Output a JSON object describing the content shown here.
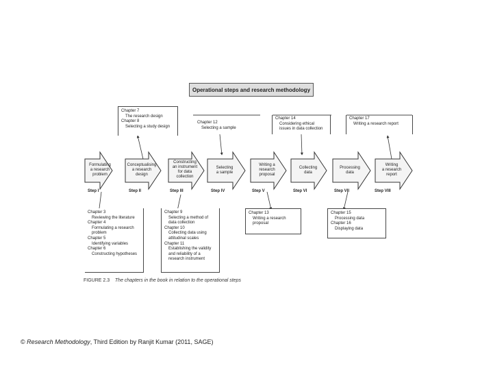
{
  "header": {
    "title": "Operational steps and research methodology"
  },
  "top_boxes": [
    {
      "lines": [
        "Chapter 7",
        "The research design",
        "Chapter 8",
        "Selecting a study design"
      ]
    },
    {
      "lines": [
        "Chapter 12",
        "Selecting a sample"
      ]
    },
    {
      "lines": [
        "Chapter 14",
        "Considering ethical",
        "issues in data collection"
      ]
    },
    {
      "lines": [
        "Chapter 17",
        "Writing a research report"
      ]
    }
  ],
  "steps": [
    {
      "arrow": [
        "Formulating",
        "a research",
        "problem"
      ],
      "label": "Step I"
    },
    {
      "arrow": [
        "Conceptualising",
        "a research",
        "design"
      ],
      "label": "Step II"
    },
    {
      "arrow": [
        "Constructing",
        "an instrument",
        "for data",
        "collection"
      ],
      "label": "Step III"
    },
    {
      "arrow": [
        "Selecting",
        "a sample"
      ],
      "label": "Step IV"
    },
    {
      "arrow": [
        "Writing a",
        "research",
        "proposal"
      ],
      "label": "Step V"
    },
    {
      "arrow": [
        "Collecting",
        "data"
      ],
      "label": "Step VI"
    },
    {
      "arrow": [
        "Processing",
        "data"
      ],
      "label": "Step VII"
    },
    {
      "arrow": [
        "Writing",
        "a research",
        "report"
      ],
      "label": "Step VIII"
    }
  ],
  "bottom_boxes": [
    {
      "lines": [
        "Chapter 3",
        "Reviewing the literature",
        "Chapter 4",
        "Formulating a research",
        "problem",
        "Chapter 5",
        "Identifying variables",
        "Chapter 6",
        "Constructing hypotheses"
      ]
    },
    {
      "lines": [
        "Chapter 9",
        "Selecting a method of",
        "data collection",
        "Chapter 10",
        "Collecting data using",
        "attitudinal scales",
        "Chapter 11",
        "Establishing the validity",
        "and reliability of a",
        "research instrument"
      ]
    },
    {
      "lines": [
        "Chapter 13",
        "Writing a research",
        "proposal"
      ]
    },
    {
      "lines": [
        "Chapter 15",
        "Processing data",
        "Chapter 16",
        "Displaying data"
      ]
    }
  ],
  "figure_caption": {
    "label": "FIGURE 2.3",
    "text": "The chapters in the book in relation to the operational steps"
  },
  "credit": {
    "prefix": "© ",
    "title": "Research Methodology",
    "rest": ", Third Edition by Ranjit Kumar (2011, SAGE)"
  }
}
